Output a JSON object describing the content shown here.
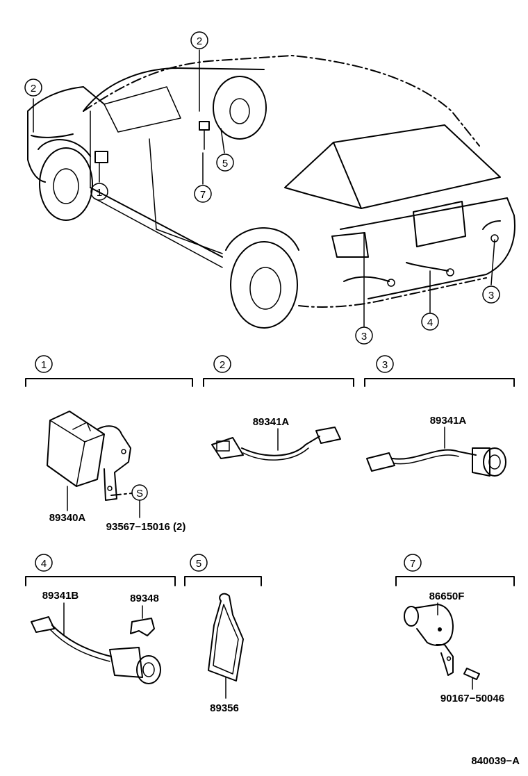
{
  "callouts": {
    "c1": "1",
    "c2": "2",
    "c3": "3",
    "c4": "4",
    "c5": "5",
    "c7": "7"
  },
  "s_mark": "S",
  "parts": {
    "p_89340A": "89340A",
    "p_93567": "93567−15016 (2)",
    "p_89341A_sec2": "89341A",
    "p_89341A_sec3": "89341A",
    "p_89341B": "89341B",
    "p_89348": "89348",
    "p_89356": "89356",
    "p_86650F": "86650F",
    "p_90167": "90167−50046"
  },
  "figure_code": "840039−A",
  "icons": [
    "callout-circle-icon",
    "s-mark-icon"
  ]
}
